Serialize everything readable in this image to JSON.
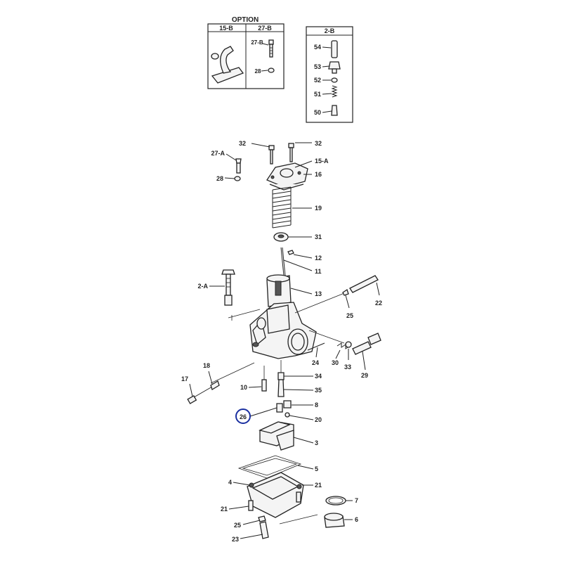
{
  "option_box": {
    "title": "OPTION",
    "col1": "15-B",
    "col2": "27-B",
    "part_27b": "27-B",
    "part_28": "28"
  },
  "box_2b": {
    "title": "2-B",
    "parts": [
      "54",
      "53",
      "52",
      "51",
      "50"
    ]
  },
  "labels": {
    "p32a": "32",
    "p32b": "32",
    "p27a": "27-A",
    "p15a": "15-A",
    "p28": "28",
    "p16": "16",
    "p19": "19",
    "p31": "31",
    "p12": "12",
    "p11": "11",
    "p2a": "2-A",
    "p13": "13",
    "p22": "22",
    "p25a": "25",
    "p24": "24",
    "p30": "30",
    "p33": "33",
    "p29": "29",
    "p18": "18",
    "p17": "17",
    "p34": "34",
    "p10": "10",
    "p35": "35",
    "p8": "8",
    "p26": "26",
    "p20": "20",
    "p3": "3",
    "p5": "5",
    "p4": "4",
    "p21a": "21",
    "p21b": "21",
    "p7": "7",
    "p6": "6",
    "p25b": "25",
    "p23": "23"
  },
  "highlight": {
    "part": "26",
    "color": "#1a2fa0"
  }
}
